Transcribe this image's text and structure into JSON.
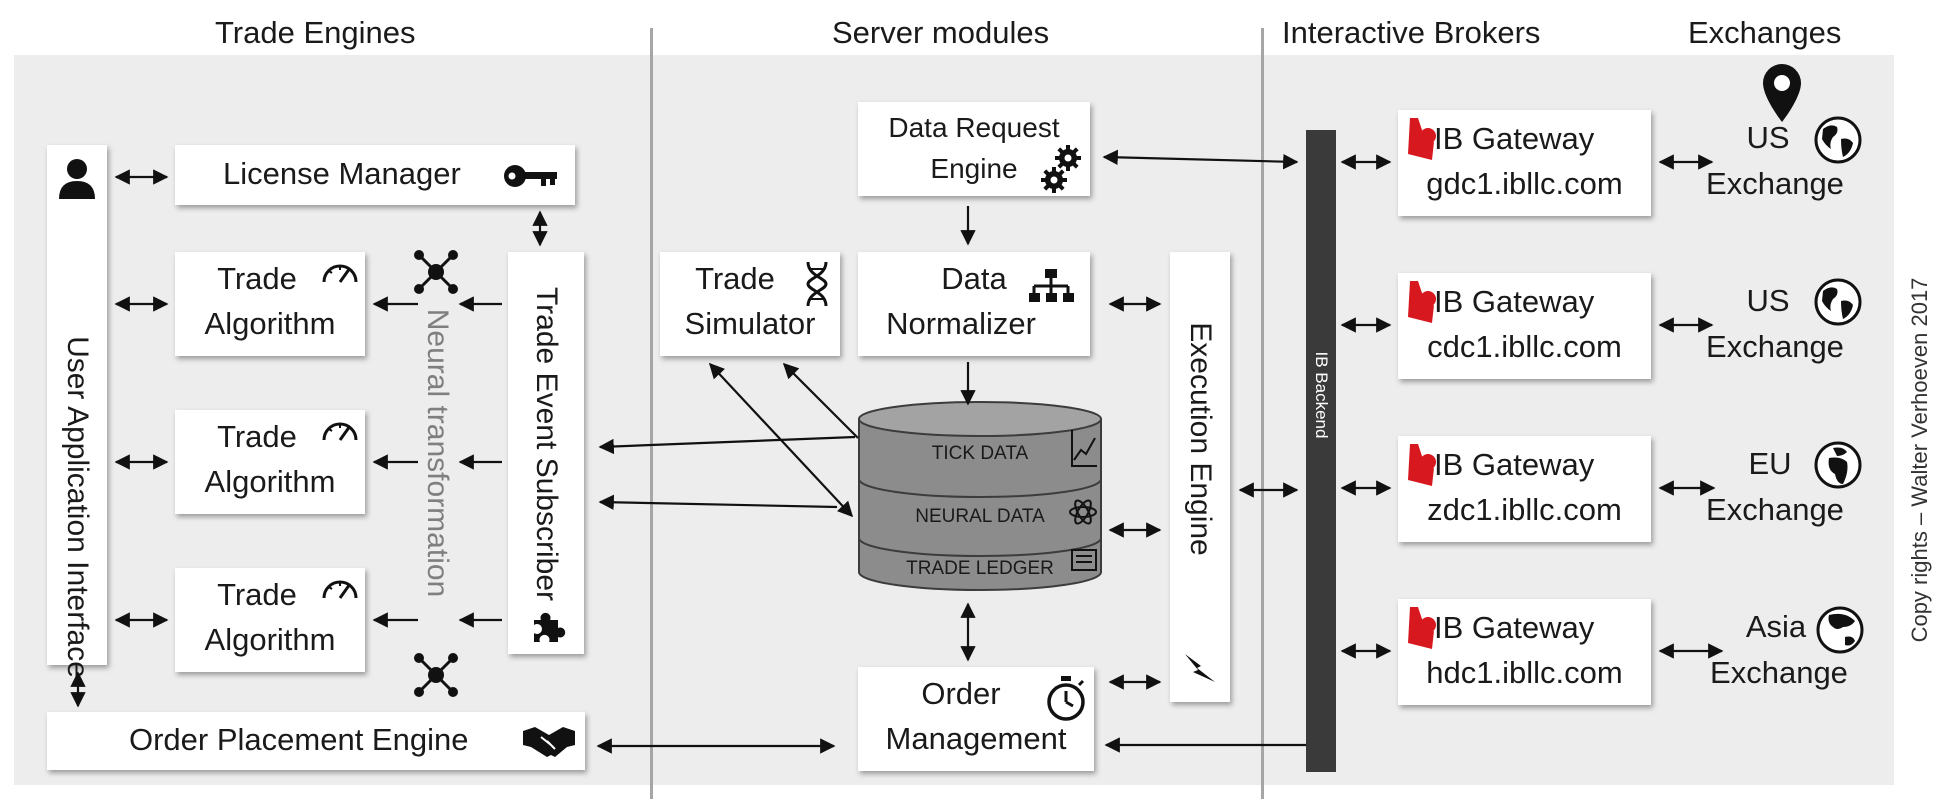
{
  "headers": {
    "trade_engines": "Trade Engines",
    "server_modules": "Server modules",
    "interactive_brokers": "Interactive Brokers",
    "exchanges": "Exchanges"
  },
  "trade_engines": {
    "user_app_interface": "User Application Interface",
    "license_manager": "License Manager",
    "trade_algorithm_line1": "Trade",
    "trade_algorithm_line2": "Algorithm",
    "neural_transformation": "Neural transformation",
    "trade_event_subscriber": "Trade Event Subscriber",
    "order_placement_engine": "Order Placement Engine"
  },
  "server_modules": {
    "data_request_line1": "Data Request",
    "data_request_line2": "Engine",
    "trade_simulator_line1": "Trade",
    "trade_simulator_line2": "Simulator",
    "data_normalizer_line1": "Data",
    "data_normalizer_line2": "Normalizer",
    "execution_engine": "Execution Engine",
    "order_management_line1": "Order",
    "order_management_line2": "Management",
    "db_layers": [
      "TICK DATA",
      "NEURAL DATA",
      "TRADE LEDGER"
    ]
  },
  "brokers": {
    "ib_backend": "IB Backend",
    "gateway_label": "IB Gateway",
    "gateways": [
      "gdc1.ibllc.com",
      "cdc1.ibllc.com",
      "zdc1.ibllc.com",
      "hdc1.ibllc.com"
    ]
  },
  "exchanges": {
    "items": [
      {
        "region": "US",
        "label": "Exchange"
      },
      {
        "region": "US",
        "label": "Exchange"
      },
      {
        "region": "EU",
        "label": "Exchange"
      },
      {
        "region": "Asia",
        "label": "Exchange"
      }
    ]
  },
  "copyright": "Copy rights – Walter Verhoeven 2017",
  "colors": {
    "panel": "#ededed",
    "divider": "#a6a6a6",
    "backend_bar": "#3a3a3a",
    "db_gray": "#8c8c8c",
    "ib_red": "#d7191f",
    "neural_text": "#7f7f7f"
  }
}
